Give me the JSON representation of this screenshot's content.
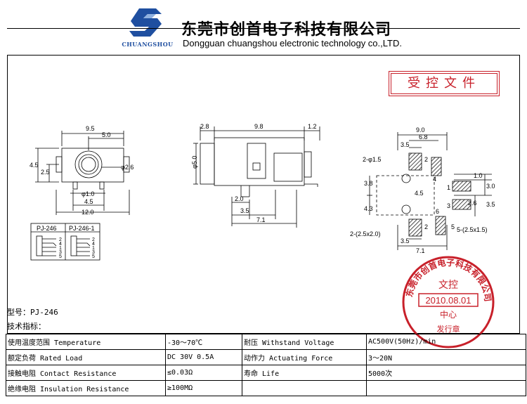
{
  "header": {
    "logo_text": "CHUANGSHOU",
    "company_cn": "东莞市创首电子科技有限公司",
    "company_en": "Dongguan chuangshou electronic technology co.,LTD."
  },
  "stamp_controlled": "受控文件",
  "drawings": {
    "front": {
      "dims": {
        "width_top": "9.5",
        "offset": "5.0",
        "height_left": "4.5",
        "height_inner": "2.5",
        "hole": "φ2.6",
        "pin": "φ1.0",
        "pin_span": "4.5",
        "base": "12.0"
      },
      "variants": [
        "PJ-246",
        "PJ-246-1"
      ],
      "pin_numbers": [
        "2",
        "4",
        "1",
        "3",
        "5"
      ]
    },
    "side": {
      "dims": {
        "left": "2.8",
        "body": "9.8",
        "tip": "1.2",
        "diameter": "φ5.0",
        "bottom_a": "2.0",
        "bottom_b": "3.5",
        "bottom_c": "7.1"
      }
    },
    "pcb": {
      "dims": {
        "top_width": "9.0",
        "inner_width": "6.8",
        "pad_gap": "3.5",
        "holes": "2-φ1.5",
        "row_1": "1.0",
        "row_2": "3.0",
        "pad_h": "2.6",
        "pad_v": "3.5",
        "left_a": "3.8",
        "left_b": "4.3",
        "center": "4.5",
        "pad_note_a": "2-(2.5x2.0)",
        "pad_note_b": "5-(2.5x1.5)",
        "bottom_a": "3.5",
        "bottom_b": "7.1"
      },
      "pad_labels": [
        "2",
        "4",
        "1",
        "3",
        "2",
        "6",
        "5"
      ]
    }
  },
  "model": {
    "label": "型号：",
    "value": "PJ-246"
  },
  "spec_heading": "技术指标：",
  "specs": [
    {
      "label": "使用温度范围 Temperature",
      "value": "-30～70℃",
      "label2": "耐压 Withstand Voltage",
      "value2": "AC500V(50Hz)/min"
    },
    {
      "label": "额定负荷 Rated Load",
      "value": "DC 30V 0.5A",
      "label2": "动作力 Actuating Force",
      "value2": "3～20N"
    },
    {
      "label": "接触电阻 Contact Resistance",
      "value": "≤0.03Ω",
      "label2": "寿命 Life",
      "value2": "5000次"
    },
    {
      "label": "绝缘电阻 Insulation Resistance",
      "value": "≥100MΩ",
      "label2": "",
      "value2": ""
    }
  ],
  "approval_stamp": {
    "ring_text": "东莞市创首电子科技有限公司",
    "title": "文控",
    "date": "2010.08.01",
    "center": "中心",
    "bottom": "发行章"
  },
  "colors": {
    "brand_blue": "#1f4fa0",
    "stamp_red": "#c8202a"
  }
}
